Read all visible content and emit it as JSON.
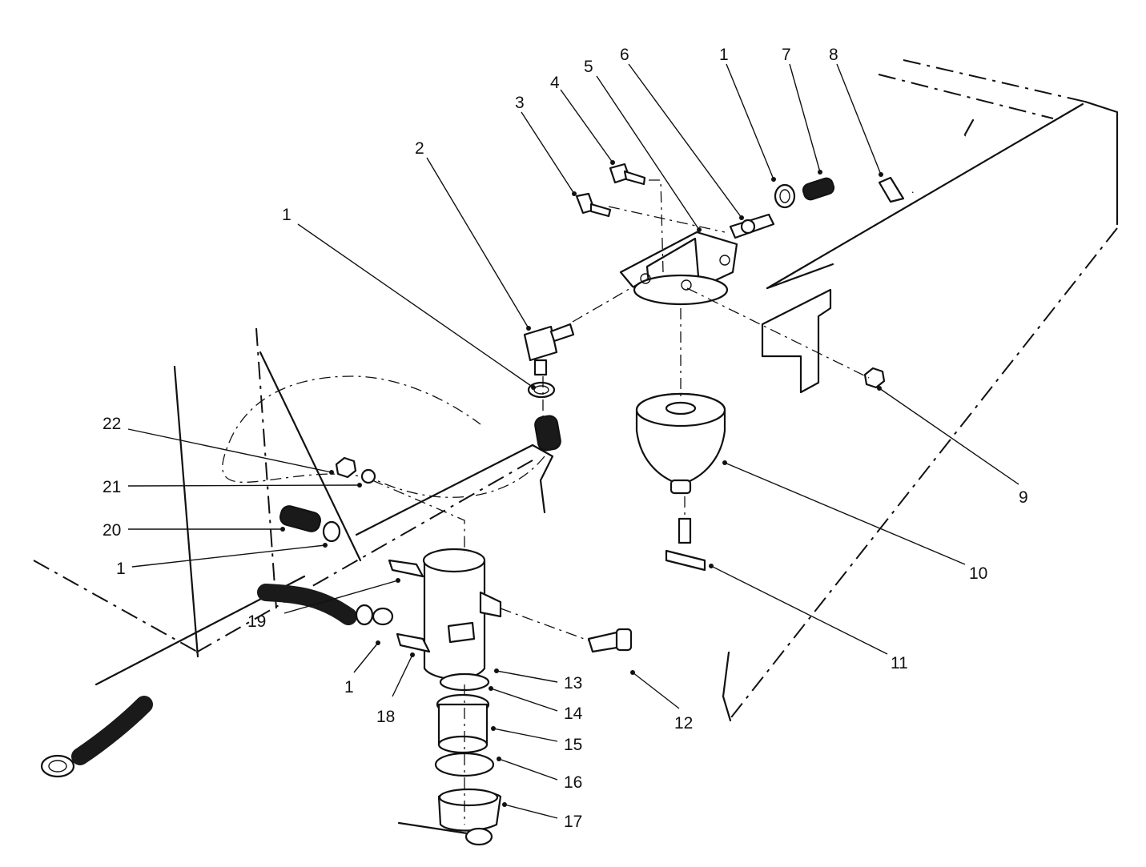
{
  "callouts": [
    {
      "id": "c1a",
      "label": "1"
    },
    {
      "id": "c2",
      "label": "2"
    },
    {
      "id": "c3",
      "label": "3"
    },
    {
      "id": "c4",
      "label": "4"
    },
    {
      "id": "c5",
      "label": "5"
    },
    {
      "id": "c6",
      "label": "6"
    },
    {
      "id": "c1b",
      "label": "1"
    },
    {
      "id": "c7",
      "label": "7"
    },
    {
      "id": "c8",
      "label": "8"
    },
    {
      "id": "c9",
      "label": "9"
    },
    {
      "id": "c10",
      "label": "10"
    },
    {
      "id": "c11",
      "label": "11"
    },
    {
      "id": "c12",
      "label": "12"
    },
    {
      "id": "c13",
      "label": "13"
    },
    {
      "id": "c14",
      "label": "14"
    },
    {
      "id": "c15",
      "label": "15"
    },
    {
      "id": "c16",
      "label": "16"
    },
    {
      "id": "c17",
      "label": "17"
    },
    {
      "id": "c18",
      "label": "18"
    },
    {
      "id": "c1c",
      "label": "1"
    },
    {
      "id": "c19",
      "label": "19"
    },
    {
      "id": "c1d",
      "label": "1"
    },
    {
      "id": "c20",
      "label": "20"
    },
    {
      "id": "c21",
      "label": "21"
    },
    {
      "id": "c22",
      "label": "22"
    }
  ]
}
